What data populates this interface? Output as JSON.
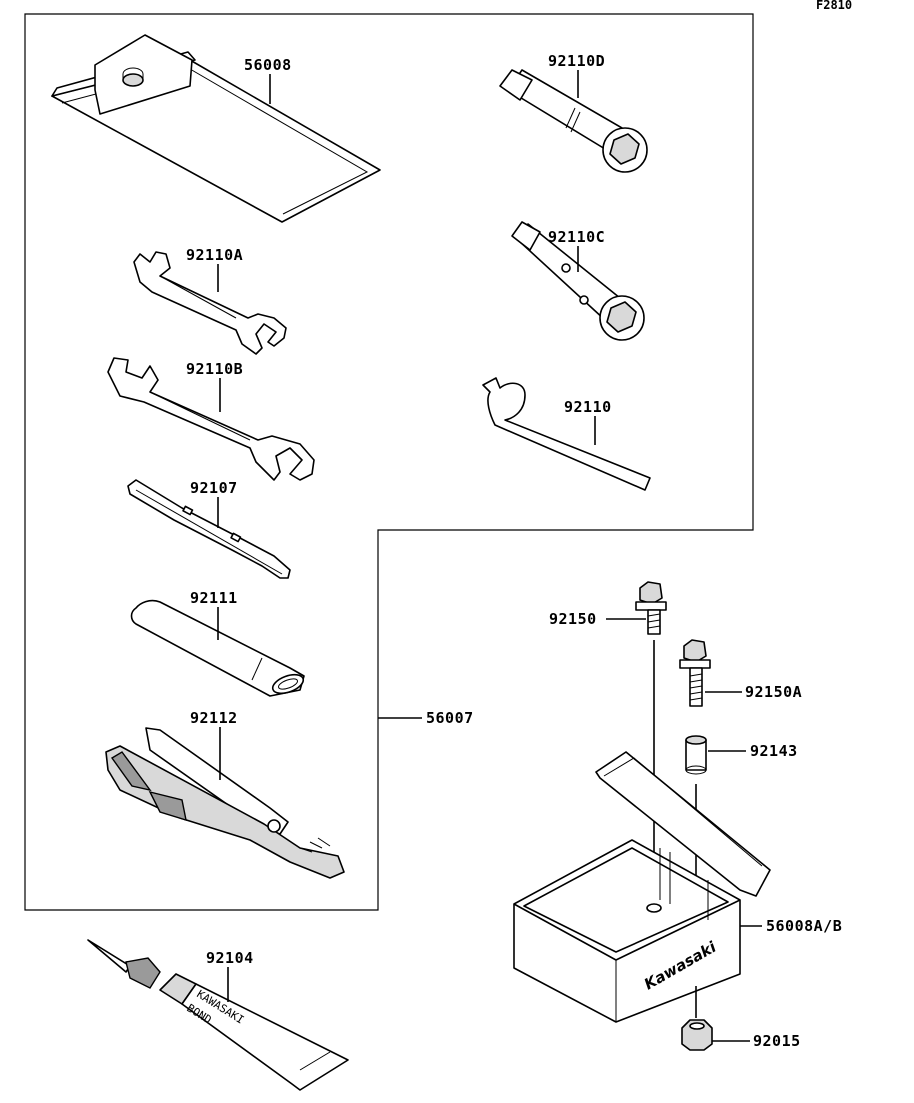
{
  "figure_code": "F2810",
  "parts": {
    "p56008": "56008",
    "p92110D": "92110D",
    "p92110A": "92110A",
    "p92110C": "92110C",
    "p92110B": "92110B",
    "p92110": "92110",
    "p92107": "92107",
    "p92111": "92111",
    "p92112": "92112",
    "p56007": "56007",
    "p92150": "92150",
    "p92150A": "92150A",
    "p92143": "92143",
    "p56008AB": "56008A/B",
    "p92104": "92104",
    "p92015": "92015"
  },
  "imprints": {
    "tube_brand": "KAWASAKI",
    "tube_product": "BOND",
    "case_logo": "Kawasaki"
  }
}
